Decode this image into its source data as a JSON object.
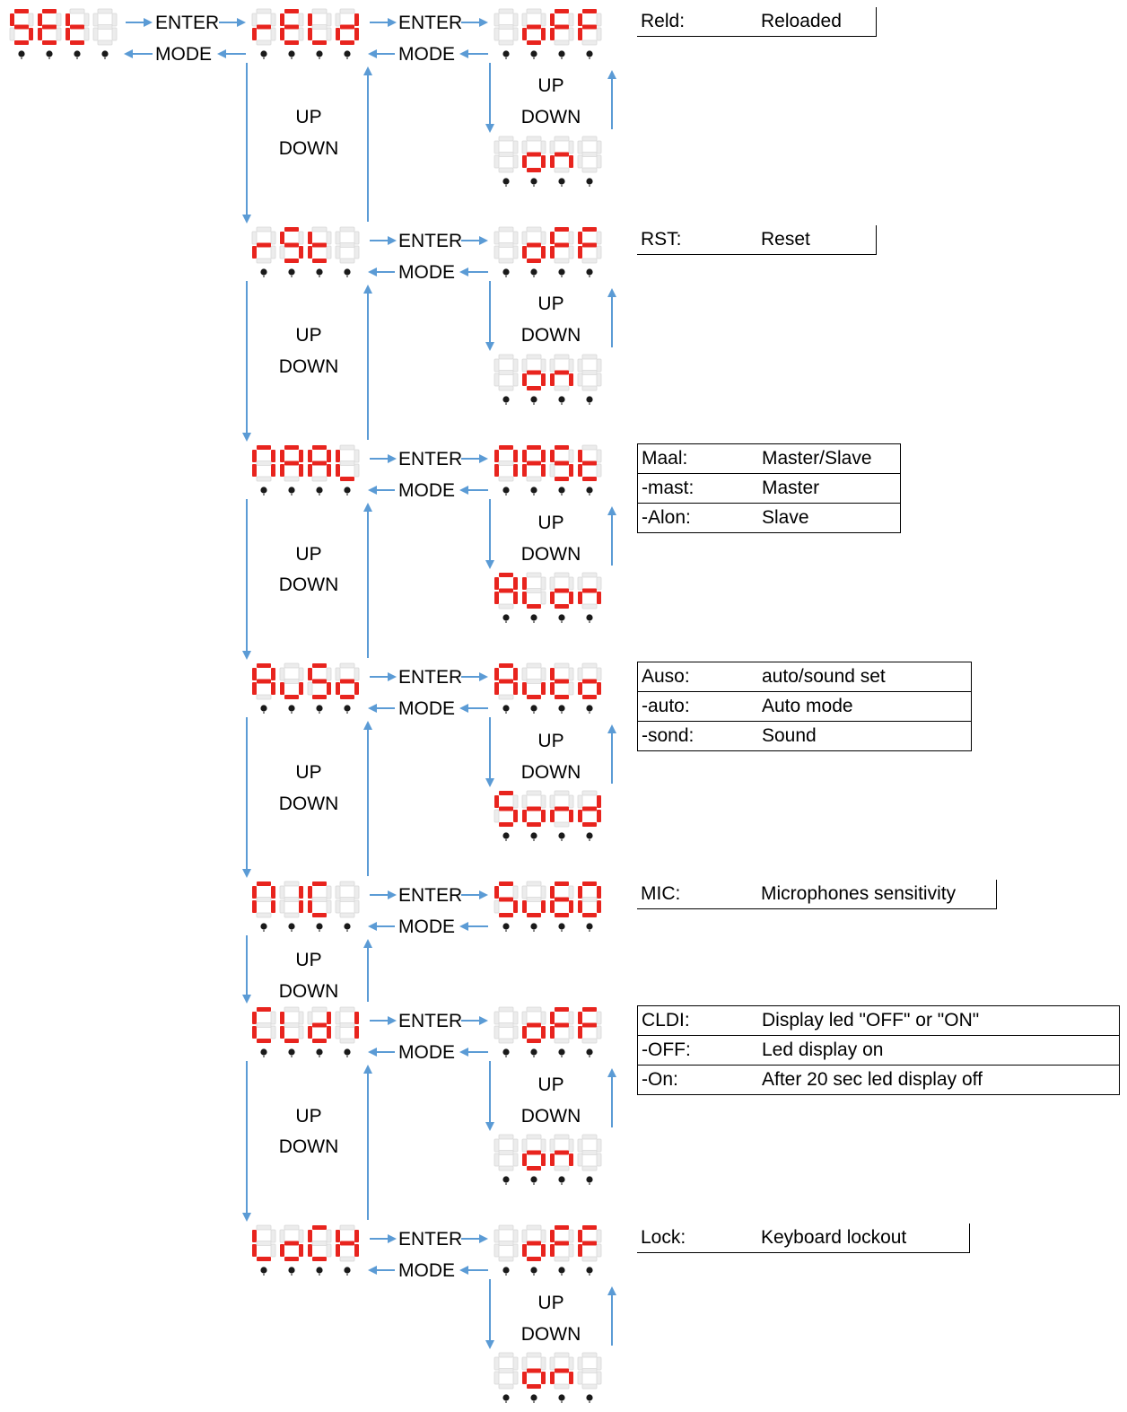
{
  "labels": {
    "enter": "ENTER",
    "mode": "MODE",
    "up": "UP",
    "down": "DOWN"
  },
  "colors": {
    "segment_on": "#e8241e",
    "segment_off": "#ececec",
    "arrow": "#5b9bd5",
    "knob": "#1a1a1a"
  },
  "displays": [
    {
      "id": "set",
      "text": "SEt"
    },
    {
      "id": "reld",
      "text": "rELd"
    },
    {
      "id": "reld-off",
      "text": "oFF"
    },
    {
      "id": "reld-on",
      "text": "on"
    },
    {
      "id": "rst",
      "text": "rSt"
    },
    {
      "id": "rst-off",
      "text": "oFF"
    },
    {
      "id": "rst-on",
      "text": "on"
    },
    {
      "id": "maal",
      "text": "MAAL"
    },
    {
      "id": "mast",
      "text": "MASt"
    },
    {
      "id": "alon",
      "text": "ALon"
    },
    {
      "id": "auso",
      "text": "AuSo"
    },
    {
      "id": "auto",
      "text": "Auto"
    },
    {
      "id": "sond",
      "text": "Sond"
    },
    {
      "id": "mic",
      "text": "MIC"
    },
    {
      "id": "su60",
      "text": "Su60"
    },
    {
      "id": "cldi",
      "text": "CLdI"
    },
    {
      "id": "cldi-off",
      "text": "oFF"
    },
    {
      "id": "cldi-on",
      "text": "on"
    },
    {
      "id": "lock",
      "text": "LoCk"
    },
    {
      "id": "lock-off",
      "text": "oFF"
    },
    {
      "id": "lock-on",
      "text": "on"
    }
  ],
  "legends": [
    {
      "id": "reld",
      "rows": [
        {
          "key": "Reld:",
          "value": "Reloaded"
        }
      ]
    },
    {
      "id": "rst",
      "rows": [
        {
          "key": "RST:",
          "value": "Reset"
        }
      ]
    },
    {
      "id": "maal",
      "rows": [
        {
          "key": "Maal:",
          "value": "Master/Slave"
        },
        {
          "key": "-mast:",
          "value": "Master"
        },
        {
          "key": "-Alon:",
          "value": "Slave"
        }
      ]
    },
    {
      "id": "auso",
      "rows": [
        {
          "key": "Auso:",
          "value": "auto/sound set"
        },
        {
          "key": "-auto:",
          "value": "Auto mode"
        },
        {
          "key": "-sond:",
          "value": "Sound"
        }
      ]
    },
    {
      "id": "mic",
      "rows": [
        {
          "key": "MIC:",
          "value": "Microphones sensitivity"
        }
      ]
    },
    {
      "id": "cldi",
      "rows": [
        {
          "key": "CLDI:",
          "value": "Display led \"OFF\" or \"ON\""
        },
        {
          "key": "-OFF:",
          "value": "Led display on"
        },
        {
          "key": "-On:",
          "value": "After 20 sec led display off"
        }
      ]
    },
    {
      "id": "lock",
      "rows": [
        {
          "key": "Lock:",
          "value": "Keyboard lockout"
        }
      ]
    }
  ]
}
